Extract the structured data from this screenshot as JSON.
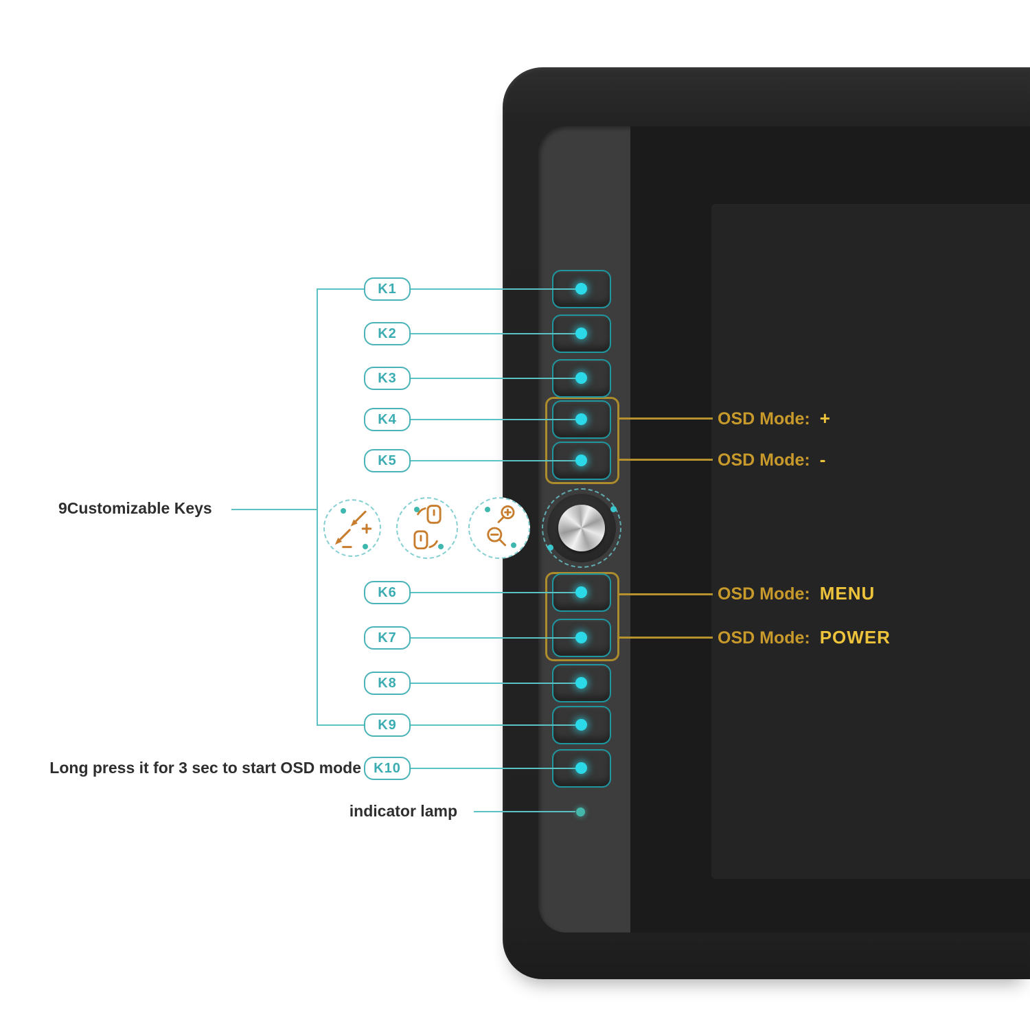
{
  "device": {
    "type": "pen-display-tablet",
    "side": "left-button-column"
  },
  "key_labels": [
    "K1",
    "K2",
    "K3",
    "K4",
    "K5",
    "K6",
    "K7",
    "K8",
    "K9",
    "K10"
  ],
  "annotations": {
    "customizable_keys": "9Customizable Keys",
    "long_press": "Long press it for 3 sec to start OSD mode",
    "indicator_lamp": "indicator lamp"
  },
  "osd_labels": [
    {
      "prefix": "OSD Mode:",
      "value": "+"
    },
    {
      "prefix": "OSD Mode:",
      "value": "-"
    },
    {
      "prefix": "OSD Mode:",
      "value": "MENU"
    },
    {
      "prefix": "OSD Mode:",
      "value": "POWER"
    }
  ],
  "function_icons": [
    {
      "name": "brush-size-adjust",
      "meaning": "brush + / brush -"
    },
    {
      "name": "scroll-up-down",
      "meaning": "scroll / page"
    },
    {
      "name": "zoom-in-out",
      "meaning": "zoom + / zoom -"
    }
  ],
  "colors": {
    "teal_line": "#5cc1c3",
    "pill_border": "#49b3b8",
    "cyan_dot": "#2cd9e8",
    "gold_line": "#b5922e",
    "gold_text": "#c89a2b",
    "gold_value": "#eec33c",
    "orange_icon": "#c87d2e",
    "tablet_body": "#232323",
    "button_strip": "#3d3d3d",
    "screen": "#1b1b1b"
  }
}
